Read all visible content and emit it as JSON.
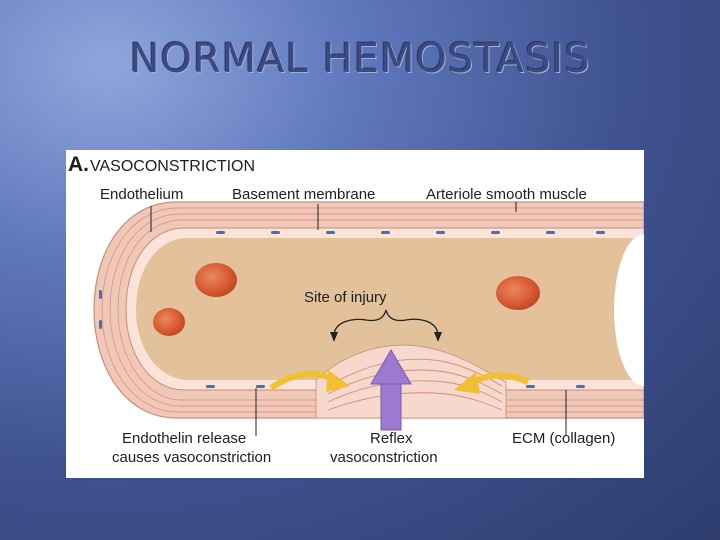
{
  "slide": {
    "title": "NORMAL HEMOSTASIS"
  },
  "figure": {
    "panel_letter": "A.",
    "panel_title": "VASOCONSTRICTION",
    "labels": {
      "endothelium": "Endothelium",
      "basement_membrane": "Basement membrane",
      "smooth_muscle": "Arteriole smooth muscle",
      "site_of_injury": "Site of injury",
      "endothelin_line1": "Endothelin release",
      "endothelin_line2": "causes vasoconstriction",
      "reflex_line1": "Reflex",
      "reflex_line2": "vasoconstriction",
      "ecm": "ECM (collagen)"
    },
    "colors": {
      "lumen": "#e3c19a",
      "wall_outer": "#f2cfc0",
      "wall_inner": "#fbe6de",
      "rbc": "#d95a33",
      "arrow_yellow": "#f0c030",
      "arrow_purple": "#9b7ad0"
    }
  }
}
